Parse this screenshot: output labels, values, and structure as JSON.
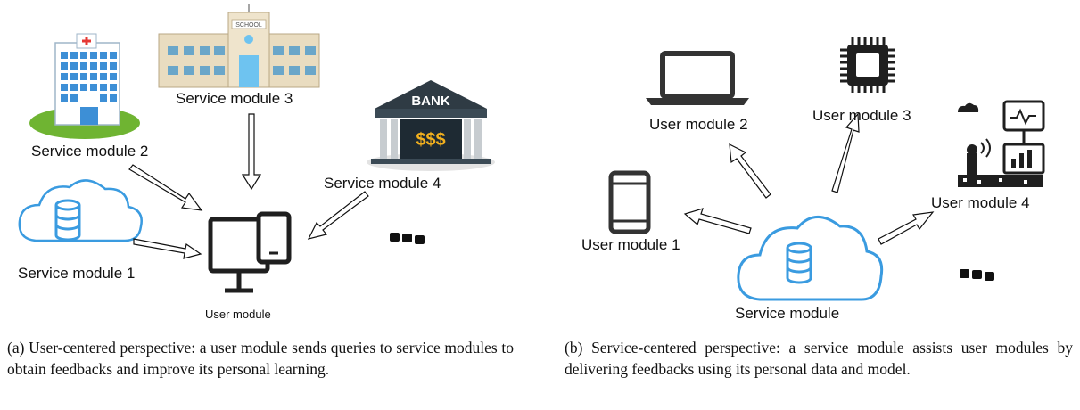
{
  "panel_a": {
    "labels": {
      "service3": "Service module 3",
      "service2": "Service module 2",
      "service4": "Service module 4",
      "service1": "Service module 1",
      "user": "User module"
    },
    "bank_sign": "BANK",
    "bank_money": "$$$",
    "school_sign": "SCHOOL",
    "caption": "(a) User-centered perspective: a user module sends queries to service modules to obtain feedbacks and improve its personal learning."
  },
  "panel_b": {
    "labels": {
      "user2": "User module 2",
      "user3": "User module 3",
      "user4": "User module 4",
      "user1": "User module 1",
      "service": "Service module"
    },
    "caption": "(b) Service-centered perspective: a service module assists user modules by delivering feedbacks using its personal data and model."
  },
  "colors": {
    "cloud_blue": "#3a9be0",
    "icon_dark": "#1f1f1f",
    "hospital_blue": "#3d8fd6",
    "grass_green": "#6fb432",
    "school_beige": "#e9dcc0",
    "bank_gold": "#f2b01e"
  }
}
